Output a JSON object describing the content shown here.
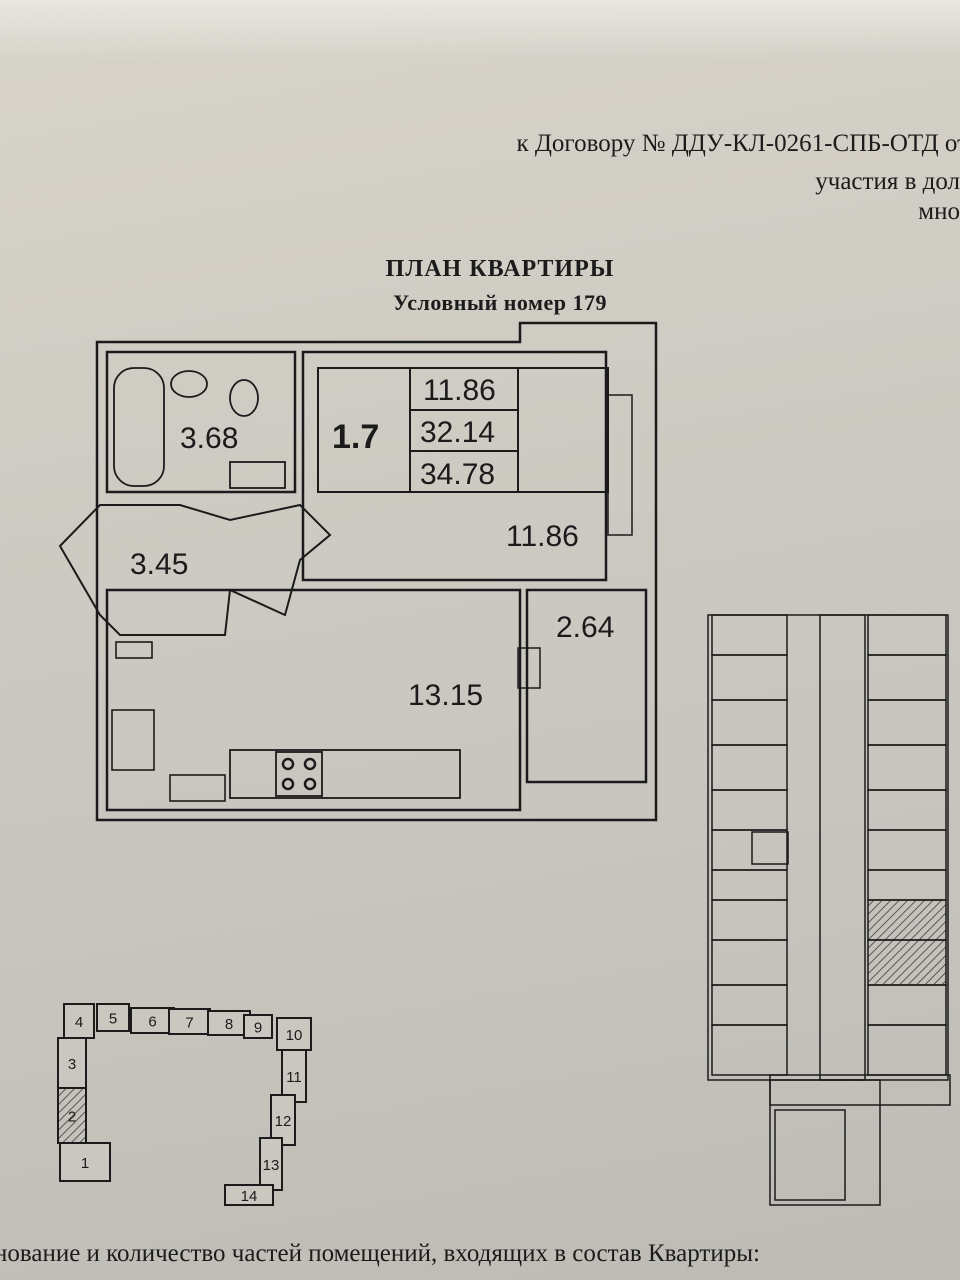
{
  "header": {
    "line1": "к Договору № ДДУ-КЛ-0261-СПБ-ОТД от",
    "line2": "участия в дол",
    "line3": "мно"
  },
  "plan": {
    "title": "ПЛАН КВАРТИРЫ",
    "subtitle": "Условный номер 179",
    "rooms": {
      "bathroom": "3.68",
      "hall": "3.45",
      "bedroom": "11.86",
      "kitchen_living": "13.15",
      "storage": "2.64"
    },
    "summary": {
      "rooms_count": "1.7",
      "living_area": "11.86",
      "total_area": "32.14",
      "total_area_with_balcony": "34.78"
    }
  },
  "site_plan": {
    "sections": [
      "1",
      "2",
      "3",
      "4",
      "5",
      "6",
      "7",
      "8",
      "9",
      "10",
      "11",
      "12",
      "13",
      "14"
    ],
    "highlighted_section": "2"
  },
  "footer": {
    "text": "нование и количество частей помещений, входящих в состав Квартиры:"
  }
}
